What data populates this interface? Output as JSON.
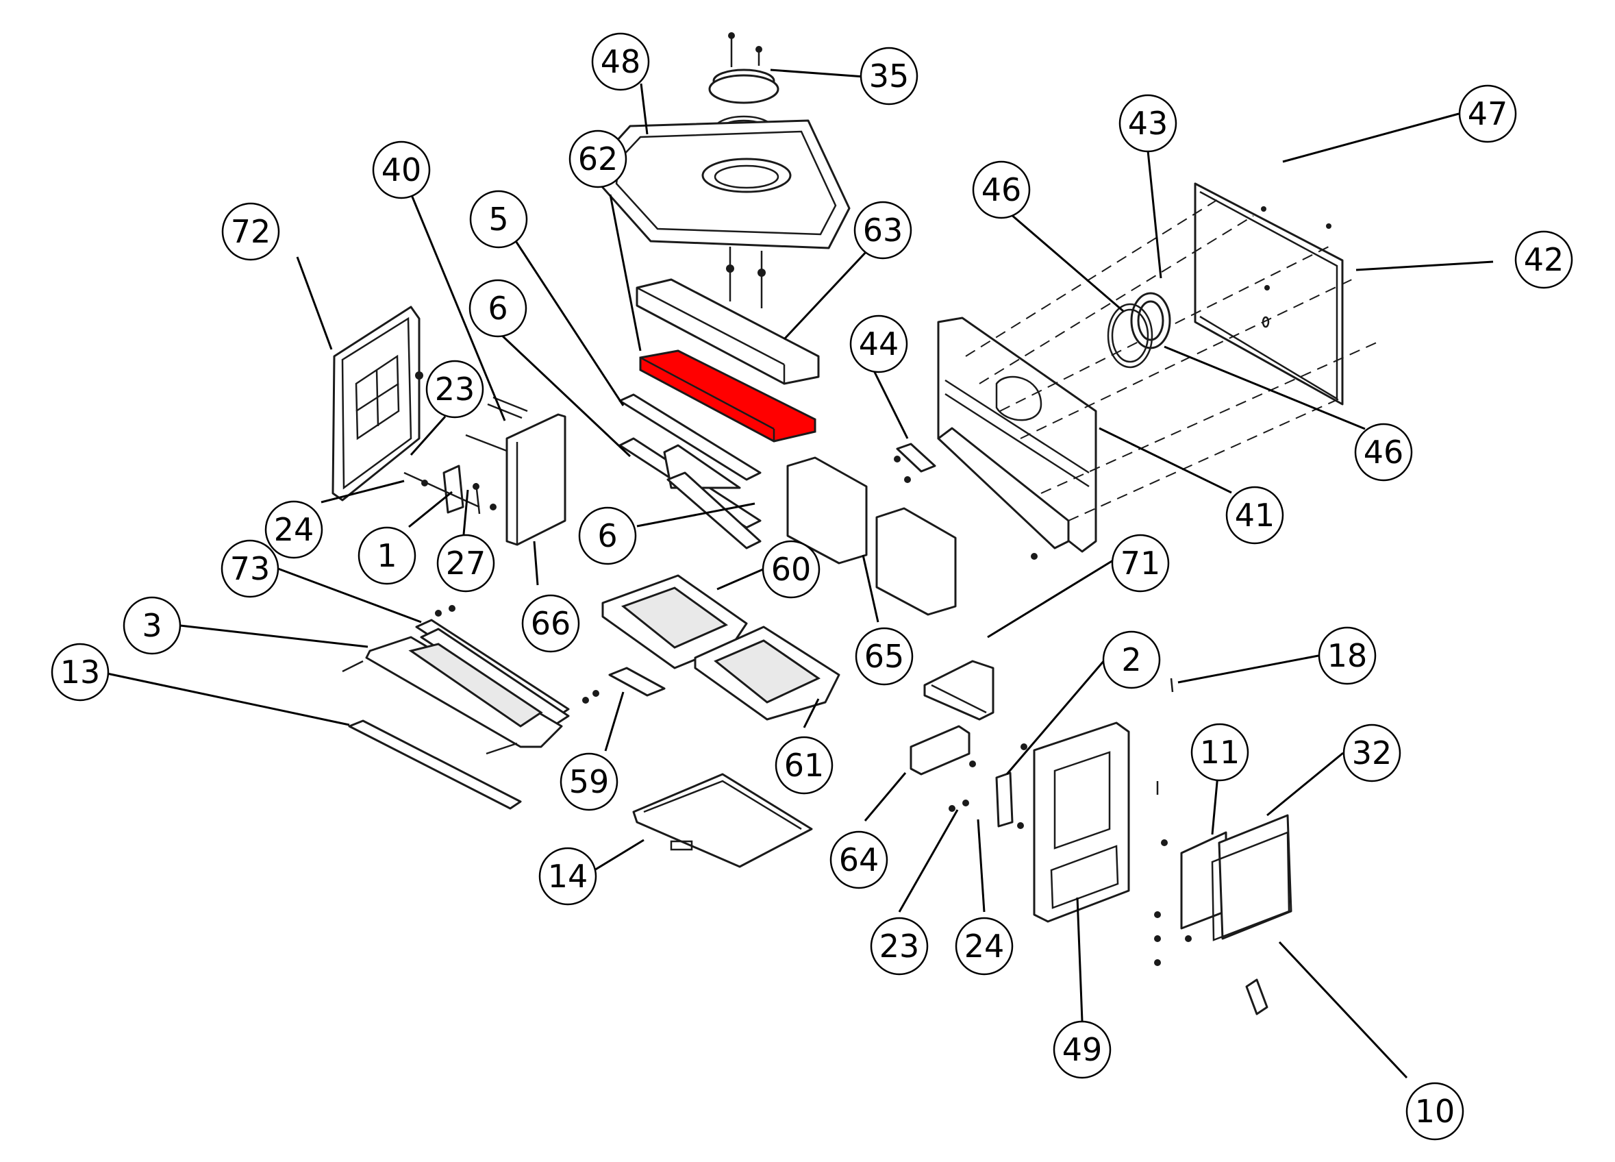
{
  "diagram": {
    "highlight_color": "#ff0000",
    "callouts": [
      {
        "id": "c48",
        "label": "48"
      },
      {
        "id": "c35",
        "label": "35"
      },
      {
        "id": "c47",
        "label": "47"
      },
      {
        "id": "c43",
        "label": "43"
      },
      {
        "id": "c40",
        "label": "40"
      },
      {
        "id": "c62",
        "label": "62"
      },
      {
        "id": "c46a",
        "label": "46"
      },
      {
        "id": "c72",
        "label": "72"
      },
      {
        "id": "c5",
        "label": "5"
      },
      {
        "id": "c63",
        "label": "63"
      },
      {
        "id": "c42",
        "label": "42"
      },
      {
        "id": "c6a",
        "label": "6"
      },
      {
        "id": "c44",
        "label": "44"
      },
      {
        "id": "c23a",
        "label": "23"
      },
      {
        "id": "c46b",
        "label": "46"
      },
      {
        "id": "c41",
        "label": "41"
      },
      {
        "id": "c24a",
        "label": "24"
      },
      {
        "id": "c6b",
        "label": "6"
      },
      {
        "id": "c1",
        "label": "1"
      },
      {
        "id": "c27",
        "label": "27"
      },
      {
        "id": "c73",
        "label": "73"
      },
      {
        "id": "c60",
        "label": "60"
      },
      {
        "id": "c71",
        "label": "71"
      },
      {
        "id": "c3",
        "label": "3"
      },
      {
        "id": "c66",
        "label": "66"
      },
      {
        "id": "c65",
        "label": "65"
      },
      {
        "id": "c2",
        "label": "2"
      },
      {
        "id": "c18",
        "label": "18"
      },
      {
        "id": "c13",
        "label": "13"
      },
      {
        "id": "c11",
        "label": "11"
      },
      {
        "id": "c32",
        "label": "32"
      },
      {
        "id": "c61",
        "label": "61"
      },
      {
        "id": "c59",
        "label": "59"
      },
      {
        "id": "c64",
        "label": "64"
      },
      {
        "id": "c14",
        "label": "14"
      },
      {
        "id": "c23b",
        "label": "23"
      },
      {
        "id": "c24b",
        "label": "24"
      },
      {
        "id": "c49",
        "label": "49"
      },
      {
        "id": "c10",
        "label": "10"
      }
    ]
  }
}
